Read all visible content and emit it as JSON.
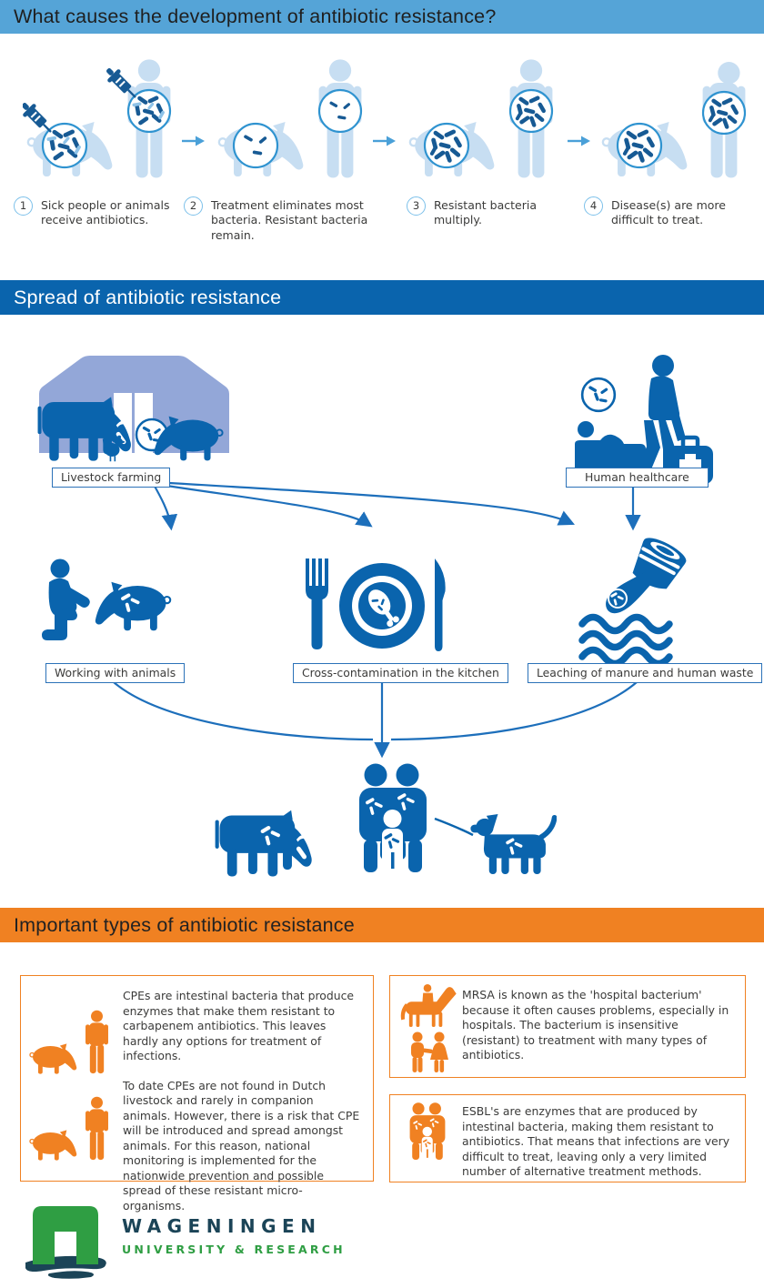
{
  "colors": {
    "header_light_blue": "#55a4d7",
    "header_dark_blue": "#0a64ad",
    "header_orange": "#f08122",
    "icon_blue": "#0a64ad",
    "pale_silhouette_blue": "#c7def2",
    "barn_periwinkle": "#93a7d8",
    "bacteria_dark_blue": "#175a94",
    "bacteria_light_blue": "#8fc3e8",
    "arrow_blue": "#1d6fbb",
    "logo_green": "#2f9e43",
    "logo_navy": "#1b4457",
    "text_dark": "#3b3b3a"
  },
  "section_causes": {
    "title": "What causes the development of antibiotic resistance?",
    "steps": [
      {
        "num": "1",
        "text": "Sick people or animals receive antibiotics."
      },
      {
        "num": "2",
        "text": "Treatment eliminates most bacteria. Resistant bacteria remain."
      },
      {
        "num": "3",
        "text": "Resistant bacteria multiply."
      },
      {
        "num": "4",
        "text": "Disease(s) are more difficult to treat."
      }
    ]
  },
  "section_spread": {
    "title": "Spread of antibiotic resistance",
    "source_labels": [
      {
        "label": "Livestock farming"
      },
      {
        "label": "Human healthcare"
      }
    ],
    "pathway_labels": [
      {
        "label": "Working with animals"
      },
      {
        "label": "Cross-contamination in the kitchen"
      },
      {
        "label": "Leaching of manure and human waste"
      }
    ]
  },
  "section_types": {
    "title": "Important types of antibiotic resistance",
    "cpe": {
      "paragraph1": "CPEs are intestinal bacteria that produce enzymes that make them resistant to carbapenem antibiotics. This leaves hardly any options for treatment of infections.",
      "paragraph2": "To date CPEs are not found in Dutch livestock and rarely in companion animals. However, there is a risk that CPE will be introduced and spread amongst animals. For this reason, national monitoring is implemented for the nationwide prevention and possible spread of these resistant micro-organisms."
    },
    "mrsa": {
      "paragraph": "MRSA is known as the 'hospital bacterium' because it often causes problems, especially in hospitals. The bacterium is insensitive (resistant) to treatment with many types of antibiotics."
    },
    "esbl": {
      "paragraph": "ESBL's are enzymes that are produced by intestinal bacteria, making them resistant to antibiotics. That means that infections are very difficult to treat, leaving only a very limited number of alternative treatment methods."
    }
  },
  "footer": {
    "brand_name": "WAGENINGEN",
    "brand_subtitle": "UNIVERSITY & RESEARCH"
  }
}
